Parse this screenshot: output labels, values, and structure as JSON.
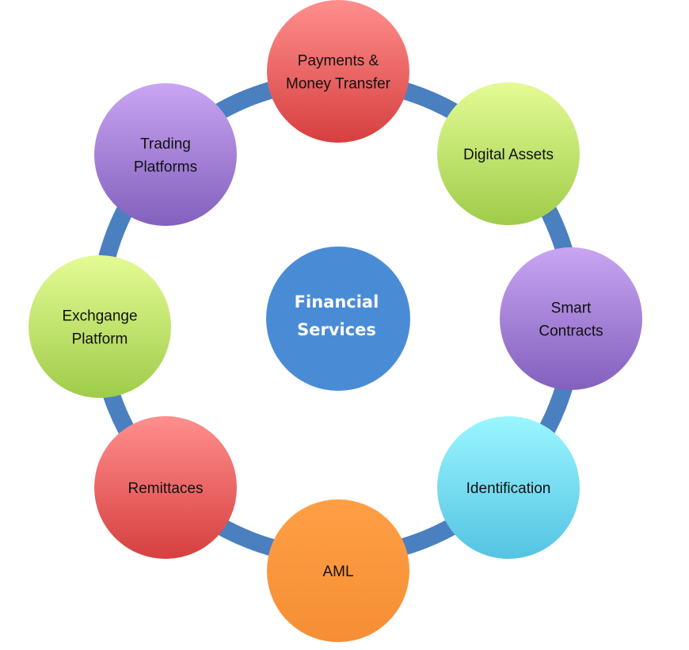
{
  "center": {
    "lines": [
      "Financial",
      "Services"
    ],
    "color": "#4a8bd6"
  },
  "ring_color": "#4a7fc0",
  "gradients": {
    "red": [
      "#ff8f8d",
      "#d63f3f"
    ],
    "green": [
      "#e4fb94",
      "#9fcc4a"
    ],
    "purple": [
      "#c9a5f2",
      "#8260bd"
    ],
    "cyan": [
      "#9af6ff",
      "#54c3e2"
    ],
    "orange": [
      "#ff9f45",
      "#f58e35"
    ]
  },
  "nodes": [
    {
      "lines": [
        "Payments &",
        "Money Transfer"
      ],
      "color": "red"
    },
    {
      "lines": [
        "Digital Assets"
      ],
      "color": "green"
    },
    {
      "lines": [
        "Smart",
        "Contracts"
      ],
      "color": "purple"
    },
    {
      "lines": [
        "Identification"
      ],
      "color": "cyan"
    },
    {
      "lines": [
        "AML"
      ],
      "color": "orange"
    },
    {
      "lines": [
        "Remittaces"
      ],
      "color": "red"
    },
    {
      "lines": [
        "Exchgange",
        "Platform"
      ],
      "color": "green"
    },
    {
      "lines": [
        "Trading",
        "Platforms"
      ],
      "color": "purple"
    }
  ]
}
